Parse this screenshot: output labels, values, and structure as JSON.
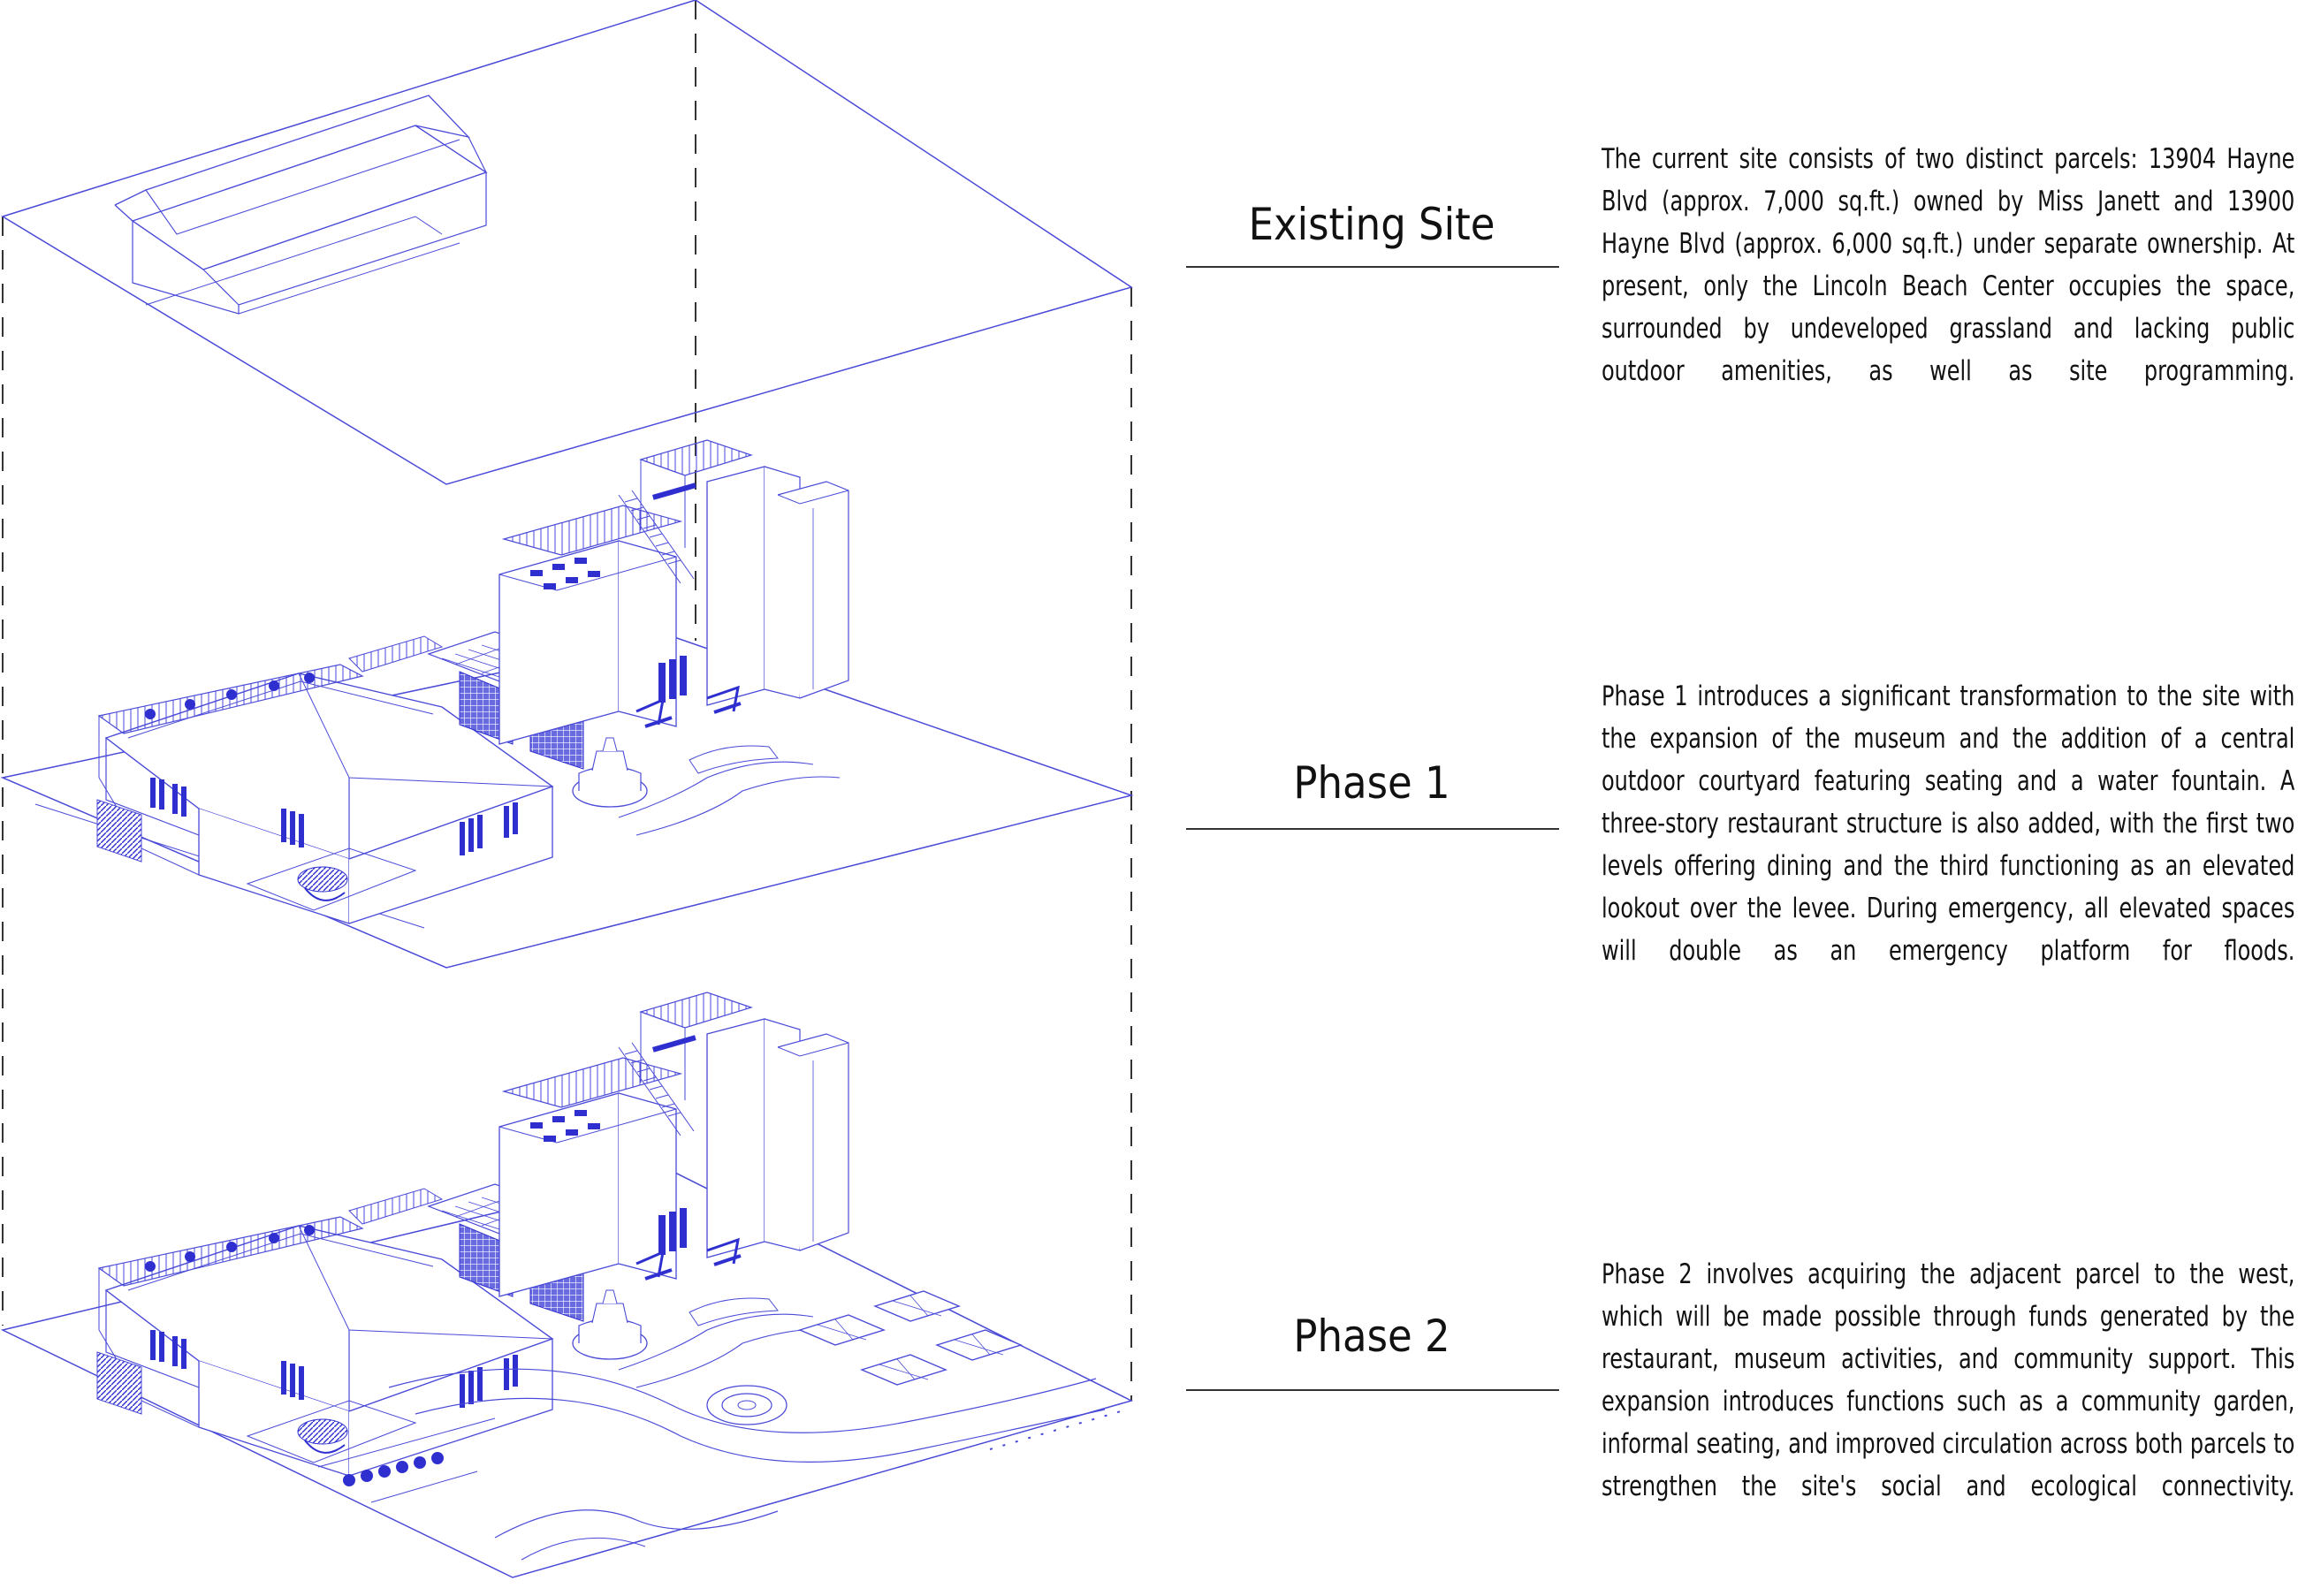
{
  "sections": [
    {
      "title": "Existing Site",
      "description": "The current site consists of two distinct parcels: 13904 Hayne Blvd (approx. 7,000 sq.ft.) owned by Miss Janett and 13900 Hayne Blvd (approx. 6,000 sq.ft.) under separate ownership. At present, only the Lincoln Beach Center occupies the space, surrounded by undeveloped grassland and lacking public outdoor amenities, as well as site programming."
    },
    {
      "title": "Phase 1",
      "description": "Phase 1 introduces a significant transformation to the site with the expansion of the museum and the addition of a central outdoor courtyard featuring seating and a water fountain. A three-story restaurant structure is also added, with the first two levels offering dining and the third functioning as an elevated lookout over the levee. During emergency, all elevated spaces will double as an emergency platform for floods."
    },
    {
      "title": "Phase 2",
      "description": "Phase 2 involves acquiring the adjacent parcel to the west, which will be made possible through funds generated by the restaurant, museum activities, and community support. This expansion introduces functions such as a community garden, informal seating, and improved circulation across both parcels to strengthen the site's social and ecological connectivity."
    }
  ],
  "colors": {
    "linework": "#4a4ad8",
    "accent": "#2f2fd0",
    "text": "#111111"
  }
}
